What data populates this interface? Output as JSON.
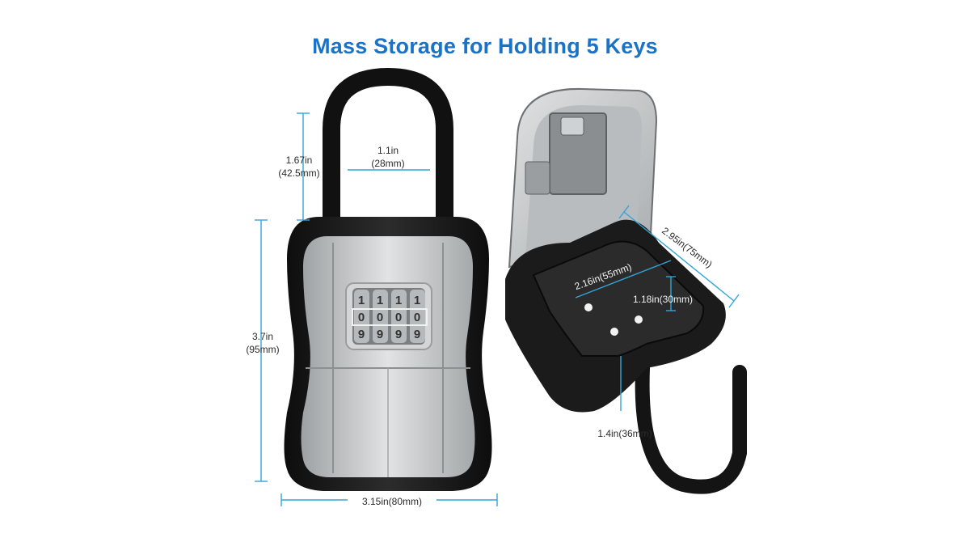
{
  "title": "Mass Storage for Holding 5 Keys",
  "colors": {
    "title_blue": "#1a73c8",
    "dimension_line": "#33a4d8",
    "lock_black": "#1a1a1a",
    "lock_silver": "#c9cbcc"
  },
  "dial_digits": {
    "top": [
      "1",
      "1",
      "1",
      "1"
    ],
    "middle": [
      "0",
      "0",
      "0",
      "0"
    ],
    "bottom": [
      "9",
      "9",
      "9",
      "9"
    ]
  },
  "dimensions": {
    "shackle_height": {
      "imperial": "1.67in",
      "metric": "(42.5mm)"
    },
    "shackle_width": {
      "imperial": "1.1in",
      "metric": "(28mm)"
    },
    "body_height": {
      "imperial": "3.7in",
      "metric": "(95mm)"
    },
    "body_width": "3.15in(80mm)",
    "outer_length": "2.95in(75mm)",
    "inner_width": "2.16in(55mm)",
    "inner_depth": "1.18in(30mm)",
    "body_depth": "1.4in(36mm)"
  }
}
